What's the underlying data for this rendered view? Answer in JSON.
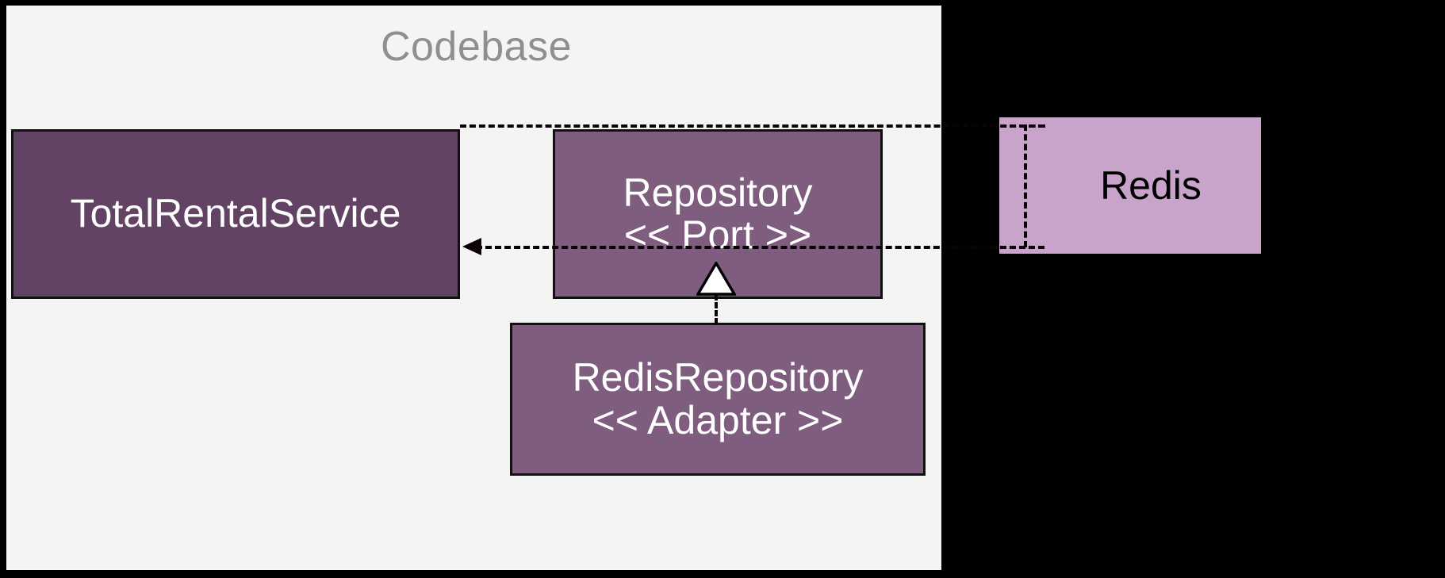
{
  "diagram": {
    "type": "uml-component-diagram",
    "title": "Codebase",
    "background_color": "#000000",
    "container_fill": "#f4f4f4",
    "container_border": "#000000",
    "title_color": "#8f8f8f"
  },
  "boundary": {
    "label": "Codebase",
    "name": "codebase-boundary"
  },
  "nodes": {
    "total_rental_service": {
      "title": "TotalRentalService",
      "stereotype": "",
      "fill": "#634363",
      "text_color": "#ffffff",
      "inside_boundary": true
    },
    "repository": {
      "title": "Repository",
      "stereotype": "<< Port >>",
      "fill": "#7e5d7e",
      "text_color": "#ffffff",
      "inside_boundary": true
    },
    "redis_repository": {
      "title": "RedisRepository",
      "stereotype": "<< Adapter >>",
      "fill": "#7e5d7e",
      "text_color": "#ffffff",
      "inside_boundary": true
    },
    "redis": {
      "title": "Redis",
      "stereotype": "",
      "fill": "#c9a4ca",
      "text_color": "#000000",
      "inside_boundary": false
    }
  },
  "connectors": {
    "dependency_top": {
      "name": "dependency-total-rental-service-to-redis",
      "style": "dashed",
      "from": "TotalRentalService",
      "to": "Redis",
      "arrow": "none",
      "color": "#0b0208"
    },
    "dependency_bottom": {
      "name": "dependency-redis-to-total-rental-service",
      "style": "dashed",
      "from": "Redis",
      "to": "TotalRentalService",
      "arrow": "open-arrow-left",
      "color": "#0b0208"
    },
    "realization": {
      "name": "realization-redis-repository-implements-repository",
      "style": "dashed",
      "from": "RedisRepository",
      "to": "Repository",
      "arrow": "hollow-triangle-up",
      "arrow_fill": "#ffffff",
      "arrow_stroke": "#000000",
      "color": "#0b0208"
    }
  }
}
